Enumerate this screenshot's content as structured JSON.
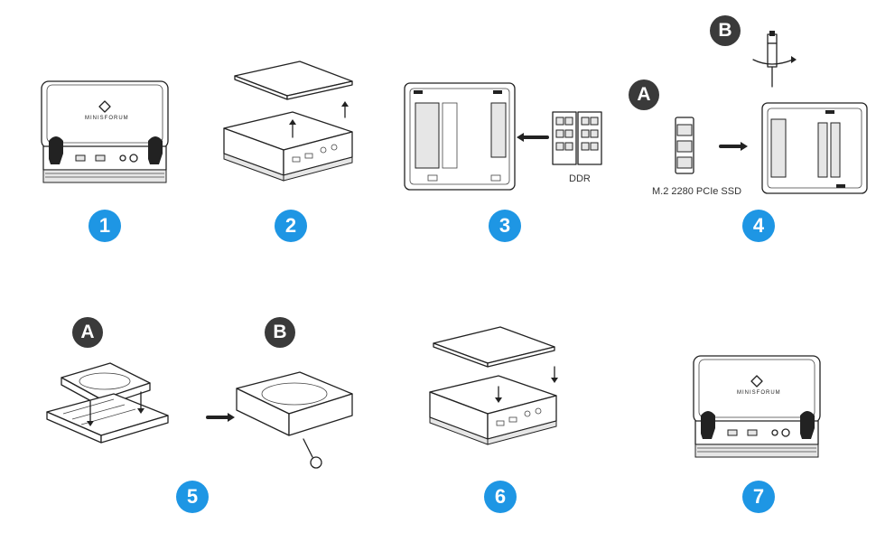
{
  "colors": {
    "accent": "#1e96e4",
    "letter_badge": "#3a3a3a",
    "line": "#222222"
  },
  "steps": [
    {
      "number": "1"
    },
    {
      "number": "2"
    },
    {
      "number": "3"
    },
    {
      "number": "4"
    },
    {
      "number": "5"
    },
    {
      "number": "6"
    },
    {
      "number": "7"
    }
  ],
  "brand": "MINISFORUM",
  "step3": {
    "caption": "DDR"
  },
  "step4": {
    "label_a": "A",
    "label_b": "B",
    "caption": "M.2 2280 PCIe SSD"
  },
  "step5": {
    "label_a": "A",
    "label_b": "B"
  }
}
